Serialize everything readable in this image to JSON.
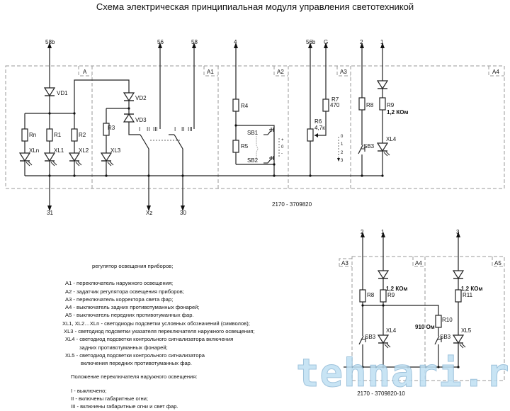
{
  "title": "Схема электрическая принципиальная модуля управления светотехникой",
  "top": {
    "pins": {
      "p58b": "58b",
      "p56": "56",
      "p58": "58",
      "p4": "4",
      "p56b": "56b",
      "pG": "G",
      "p2": "2",
      "p1": "1",
      "p31": "31",
      "pXz": "Xz",
      "p30": "30"
    },
    "blocks": {
      "A": "A",
      "A1": "A1",
      "A2": "A2",
      "A3": "A3",
      "A4": "A4"
    },
    "labels": {
      "VD1": "VD1",
      "VD2": "VD2",
      "VD3": "VD3",
      "Rn": "Rn",
      "R1": "R1",
      "R2": "R2",
      "R3": "R3",
      "XLn": "XLn",
      "XL1": "XL1",
      "XL2": "XL2",
      "XL3": "XL3",
      "R4": "R4",
      "R5": "R5",
      "SB1": "SB1",
      "SB2": "SB2",
      "R6": "R6",
      "R6v": "4,7к",
      "R7": "R7",
      "R7v": "470",
      "R8": "R8",
      "R9": "R9",
      "R9v": "1,2 КОм",
      "SB3": "SB3",
      "XL4": "XL4"
    },
    "switch_positions": [
      "I",
      "II",
      "III"
    ],
    "a2_scale": [
      "+",
      "0",
      "-"
    ],
    "a3_scale": [
      "0",
      "1",
      "2",
      "3"
    ],
    "part_number": "2170 - 3709820"
  },
  "bottom": {
    "pins": {
      "p2": "2",
      "p1": "1",
      "p3": "3"
    },
    "blocks": {
      "A3": "A3",
      "A4": "A4",
      "A5": "A5"
    },
    "labels": {
      "R8": "R8",
      "R9": "R9",
      "R9v": "1,2 КОм",
      "R11": "R11",
      "R11v": "1,2 КОм",
      "R10": "R10",
      "R10v": "910 Ом",
      "SB3a": "SB3",
      "SB3b": "SB3",
      "XL4": "XL4",
      "XL5": "XL5"
    },
    "part_number": "2170 - 3709820-10"
  },
  "legend": {
    "intro": "регулятор освещения приборов;",
    "items": [
      "А1 - переключатель наружного освещения;",
      "А2 - задатчик регулятора освещения приборов;",
      "А3 - переключатель корректора света фар;",
      "А4 - выключатель задних противотуманных фонарей;",
      "А5 - выключатель передних противотуманных фар.",
      "XL1, XL2…XLn - светодиоды подсветки условных обозначений (символов);",
      "XL3 - светодиод подсветки указателя переключателя наружного освещения;",
      "XL4 - светодиод   подсветки контрольного сигнализатора включения",
      "задних противотуманных фонарей;",
      "XL5 - светодиод подсветки контрольного сигнализатора",
      "включения передних противотуманных фар."
    ],
    "positions_title": "Положение переключателя наружного освещения:",
    "positions": [
      "I - выключено;",
      "II - включены габаритные огни;",
      "III - включены габаритные огни и свет фар."
    ]
  },
  "watermark": "tehnari.ru"
}
